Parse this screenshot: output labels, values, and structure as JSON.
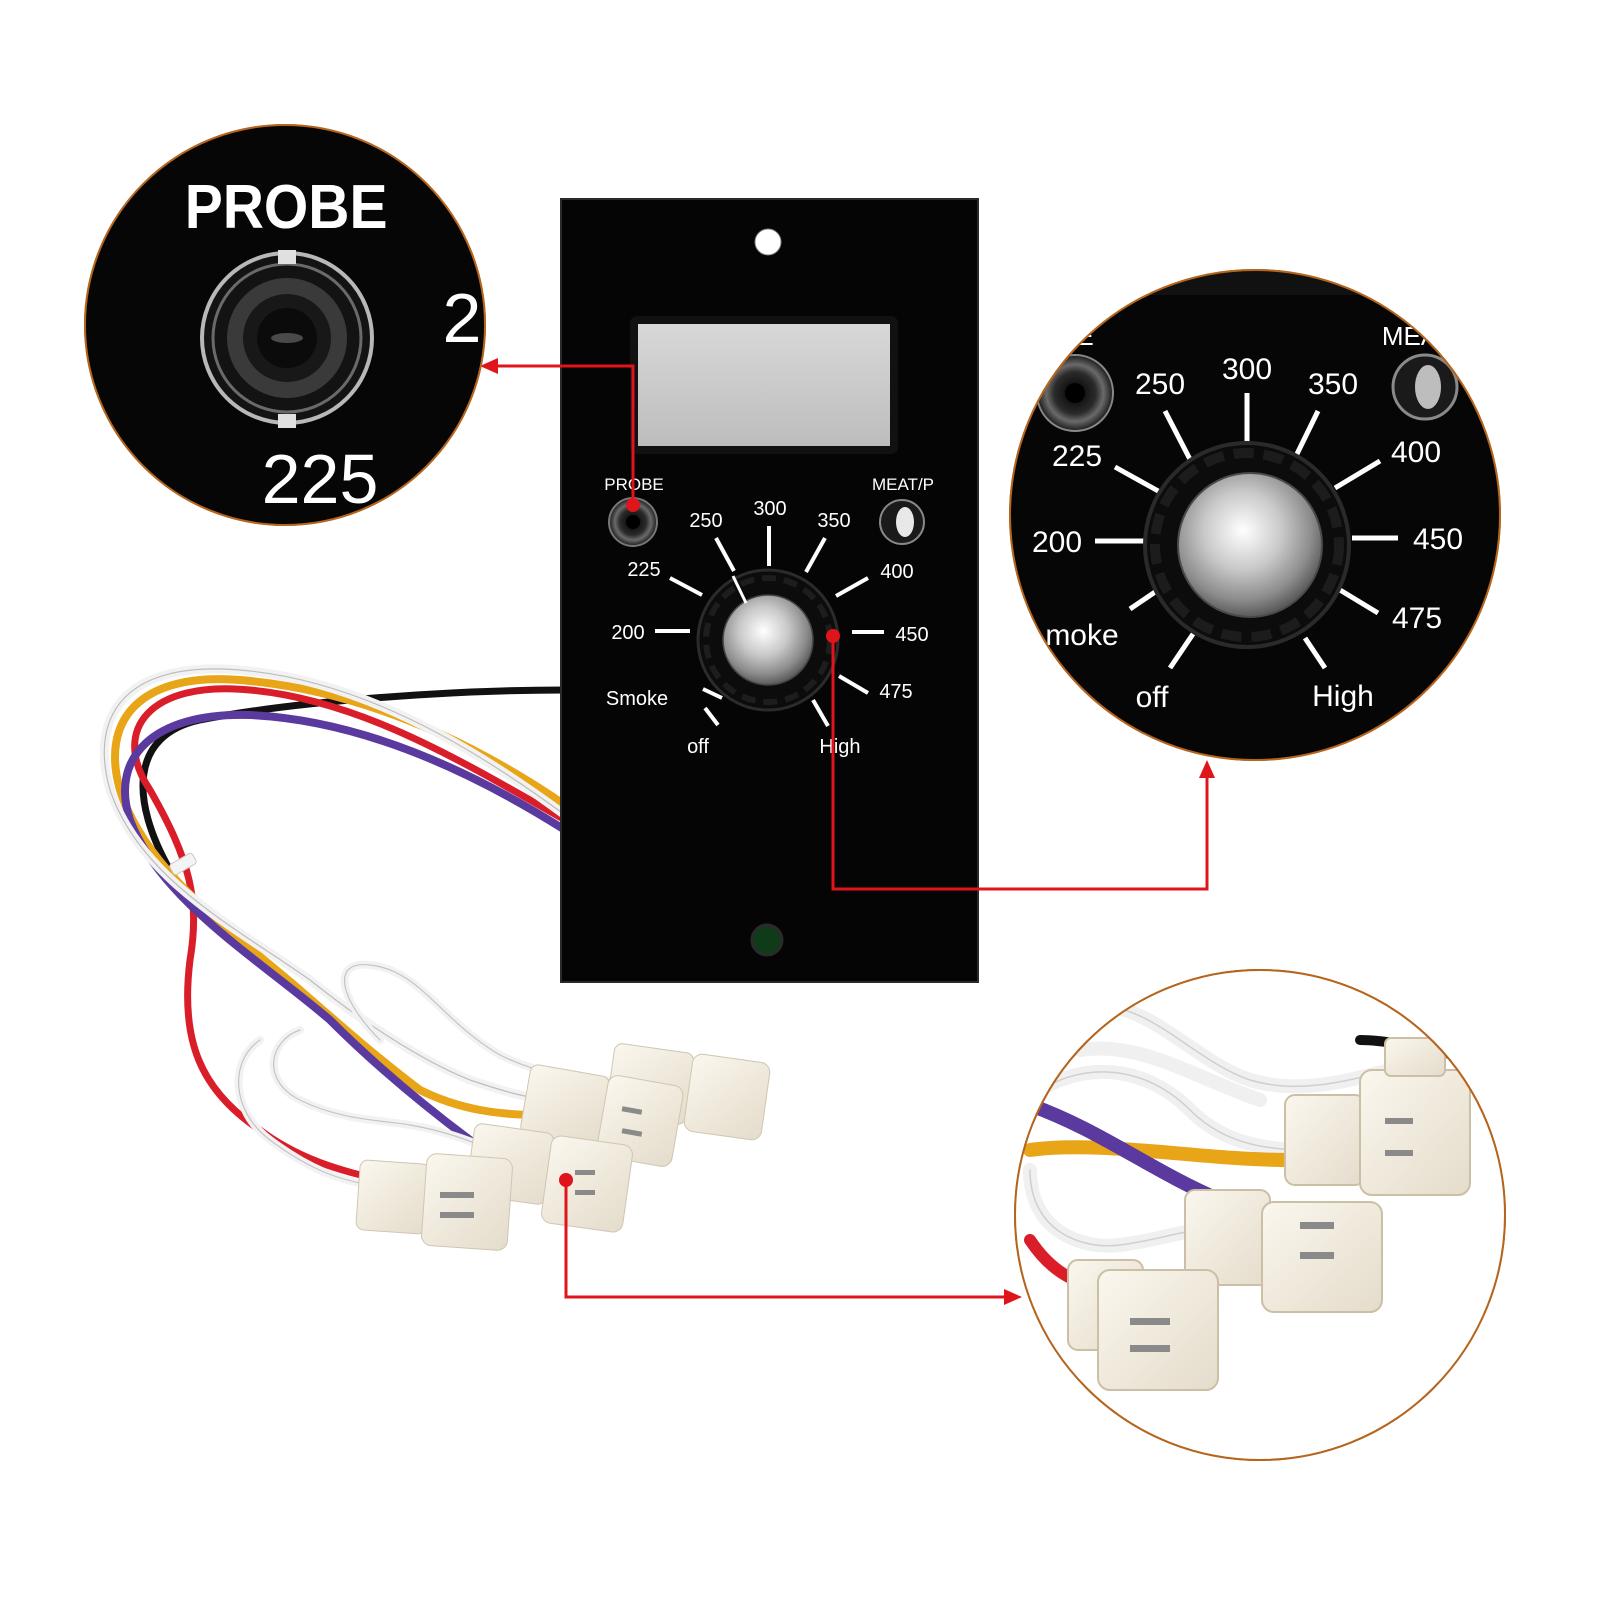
{
  "controller": {
    "probe_label": "PROBE",
    "meat_probe_label": "MEAT/P",
    "dial": [
      {
        "id": "off",
        "text": "off"
      },
      {
        "id": "smoke",
        "text": "Smoke"
      },
      {
        "id": "200",
        "text": "200"
      },
      {
        "id": "225",
        "text": "225"
      },
      {
        "id": "250",
        "text": "250"
      },
      {
        "id": "300",
        "text": "300"
      },
      {
        "id": "350",
        "text": "350"
      },
      {
        "id": "400",
        "text": "400"
      },
      {
        "id": "450",
        "text": "450"
      },
      {
        "id": "475",
        "text": "475"
      },
      {
        "id": "high",
        "text": "High"
      }
    ]
  },
  "zoom_probe": {
    "label": "PROBE",
    "number": "225",
    "partial": "2"
  },
  "zoom_dial": {
    "labels": [
      {
        "id": "off",
        "text": "off"
      },
      {
        "id": "smoke",
        "text": "moke"
      },
      {
        "id": "200",
        "text": "200"
      },
      {
        "id": "225",
        "text": "225"
      },
      {
        "id": "250",
        "text": "250"
      },
      {
        "id": "300",
        "text": "300"
      },
      {
        "id": "350",
        "text": "350"
      },
      {
        "id": "400",
        "text": "400"
      },
      {
        "id": "450",
        "text": "450"
      },
      {
        "id": "475",
        "text": "475"
      },
      {
        "id": "high",
        "text": "High"
      }
    ],
    "partial_left": "E",
    "partial_right": "MEA"
  },
  "colors": {
    "panel": "#050505",
    "callout_arrow": "#e0141b",
    "zoom_border": "#b5651d",
    "wire_red": "#d91e2a",
    "wire_yellow": "#e8a517",
    "wire_purple": "#5b3aa0",
    "wire_white": "#f2f2f2",
    "wire_black": "#111111"
  }
}
